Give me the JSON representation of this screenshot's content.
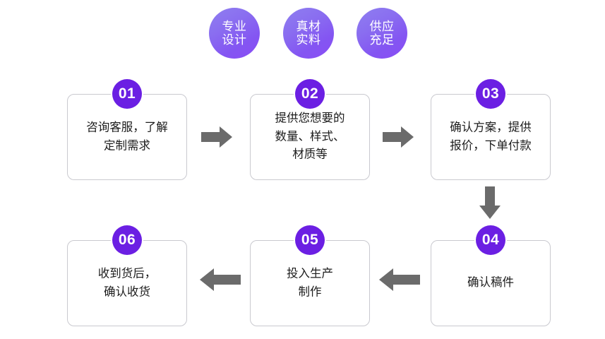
{
  "colors": {
    "badge_purple": "#6b1fe3",
    "circle_gradient_from": "#8f7ff0",
    "circle_gradient_to": "#8a4df5",
    "arrow_gray": "#6b6b6b",
    "box_border": "#c9c9cf",
    "text_dark": "#1c1c1c",
    "background": "#ffffff"
  },
  "features": [
    {
      "name": "professional-design",
      "lines": [
        "专业",
        "设计"
      ]
    },
    {
      "name": "genuine-materials",
      "lines": [
        "真材",
        "实料"
      ]
    },
    {
      "name": "ample-supply",
      "lines": [
        "供应",
        "充足"
      ]
    }
  ],
  "steps": [
    {
      "number": "01",
      "lines": [
        "咨询客服，了解",
        "定制需求"
      ]
    },
    {
      "number": "02",
      "lines": [
        "提供您想要的",
        "数量、样式、",
        "材质等"
      ]
    },
    {
      "number": "03",
      "lines": [
        "确认方案，提供",
        "报价，下单付款"
      ]
    },
    {
      "number": "04",
      "lines": [
        "确认稿件"
      ]
    },
    {
      "number": "05",
      "lines": [
        "投入生产",
        "制作"
      ]
    },
    {
      "number": "06",
      "lines": [
        "收到货后，",
        "确认收货"
      ]
    }
  ],
  "arrows": [
    {
      "name": "arrow-step1-to-step2",
      "direction": "right"
    },
    {
      "name": "arrow-step2-to-step3",
      "direction": "right"
    },
    {
      "name": "arrow-step3-to-step4",
      "direction": "down"
    },
    {
      "name": "arrow-step4-to-step5",
      "direction": "left"
    },
    {
      "name": "arrow-step5-to-step6",
      "direction": "left"
    }
  ]
}
